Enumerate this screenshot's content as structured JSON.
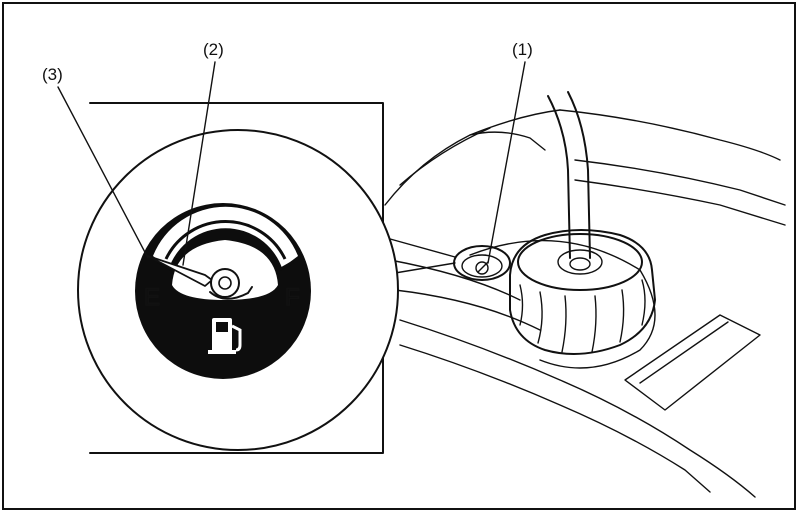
{
  "figure": {
    "callouts": [
      {
        "id": "1",
        "label": "(1)"
      },
      {
        "id": "2",
        "label": "(2)"
      },
      {
        "id": "3",
        "label": "(3)"
      }
    ],
    "gauge": {
      "empty_label": "E",
      "full_label": "F",
      "icon": "fuel-pump-icon",
      "needle_level": 0.0
    },
    "colors": {
      "ink": "#111111",
      "paper": "#ffffff"
    }
  }
}
